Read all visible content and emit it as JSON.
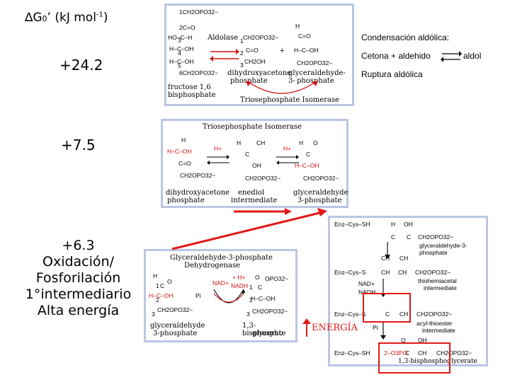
{
  "header": {
    "delta": "∆G",
    "zero": "0",
    "prime_unit": "’ (kJ mol",
    "exp": "-1",
    "close": ")"
  },
  "steps": [
    {
      "value": "+24.2"
    },
    {
      "value": "+7.5"
    },
    {
      "value": "+6.3",
      "lines": [
        "Oxidación/",
        "Fosforilación",
        "1°intermediario",
        "Alta energía"
      ]
    }
  ],
  "notes": {
    "title": "Condensación aldólica:",
    "reaction_left": "Cetona + aldehido",
    "reaction_right": "aldol",
    "reverse": "Ruptura aldólica"
  },
  "panel1": {
    "enzyme": "Aldolase",
    "isomerase": "Triosephosphate Isomerase",
    "substrate": [
      "fructose 1,6",
      "bisphosphate"
    ],
    "product_a": [
      "dihydroxyacetone",
      "phosphate"
    ],
    "product_b": [
      "glyceraldehyde-3-",
      "phosphate"
    ],
    "frags": [
      "1CH2OPO32−",
      "2C=O",
      "HO–C–H",
      "H–C–OH",
      "H–C–OH",
      "6CH2OPO32−",
      "CH2OPO32−",
      "C=O",
      "CH2OH",
      "H",
      "C=O",
      "H–C–OH",
      "CH2OPO32−",
      "3",
      "4",
      "5",
      "1",
      "2",
      "3"
    ]
  },
  "panel2": {
    "title": "Triosephosphate Isomerase",
    "labels": [
      [
        "dihydroxyacetone",
        "phosphate"
      ],
      [
        "enediol",
        "intermediate"
      ],
      [
        "glyceraldehyde",
        "3-phosphate"
      ]
    ],
    "frags": [
      "H",
      "H–C–OH",
      "C=O",
      "CH2OPO32−",
      "H",
      "CH",
      "C",
      "OH",
      "CH2OPO32−",
      "H",
      "O",
      "C",
      "H–C–OH",
      "CH2OPO32−",
      "H+",
      "H+"
    ]
  },
  "panel3": {
    "title": [
      "Glyceraldehyde-3-phosphate",
      "Dehydrogenase"
    ],
    "labels": [
      [
        "glyceraldehyde",
        "3-phosphate"
      ],
      [
        "1,3-bisphospho",
        "glycerate"
      ]
    ],
    "frags": [
      "H",
      "O",
      "C",
      "H–C–OH",
      "CH2OPO32−",
      "1",
      "2",
      "3",
      "NAD+",
      "NADH",
      "+ H+",
      "Pi",
      "O",
      "OPO32−",
      "C",
      "H–C–OH",
      "CH2OPO32−",
      "1",
      "2",
      "3"
    ]
  },
  "panel4": {
    "frags": [
      "Enz–Cys–SH",
      "H",
      "OH",
      "C",
      "C",
      "CH2OPO32−",
      "glyceraldehyde-3-",
      "phosphate",
      "CH",
      "CH",
      "Enz–Cys–S",
      "CH",
      "CH",
      "CH2OPO32−",
      "thiohemiacetal",
      "intermediate",
      "NAD+",
      "NADH",
      "Enz–Cys–S",
      "C",
      "CH",
      "CH2OPO32−",
      "acyl-thioester",
      "intermediate",
      "Pi",
      "Enz–Cys–SH",
      "O",
      "OH",
      "2−O3PO",
      "C",
      "CH",
      "CH2OPO32−",
      "1,3-bisphosphoglycerate"
    ]
  },
  "energy_label": "ENERGÍA",
  "colors": {
    "panel_border": "#b9c7e3",
    "arrow_red": "#e01818",
    "text": "#000000"
  }
}
